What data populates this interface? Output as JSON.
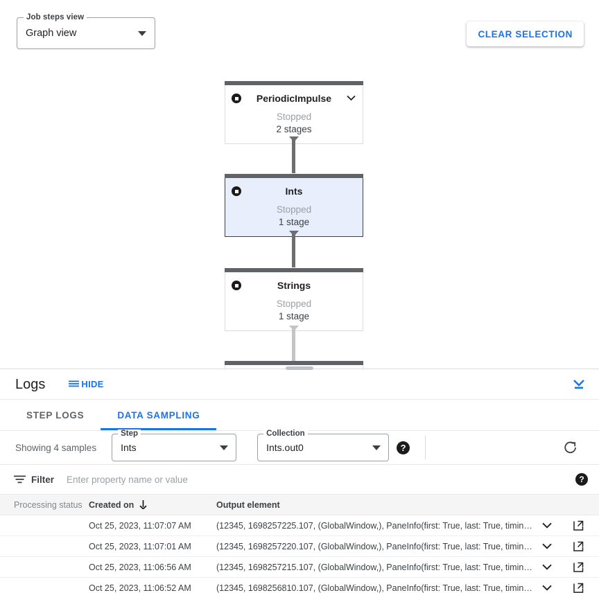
{
  "graph": {
    "view_select": {
      "legend": "Job steps view",
      "value": "Graph view"
    },
    "clear_selection_label": "CLEAR SELECTION",
    "nodes": [
      {
        "title": "PeriodicImpulse",
        "status": "Stopped",
        "stages": "2 stages",
        "selected": false,
        "has_chevron": true
      },
      {
        "title": "Ints",
        "status": "Stopped",
        "stages": "1 stage",
        "selected": true,
        "has_chevron": false
      },
      {
        "title": "Strings",
        "status": "Stopped",
        "stages": "1 stage",
        "selected": false,
        "has_chevron": false
      }
    ]
  },
  "logs": {
    "title": "Logs",
    "hide_label": "HIDE",
    "tabs": [
      {
        "label": "STEP LOGS",
        "active": false
      },
      {
        "label": "DATA SAMPLING",
        "active": true
      }
    ],
    "controls": {
      "showing": "Showing 4 samples",
      "step": {
        "legend": "Step",
        "value": "Ints"
      },
      "collection": {
        "legend": "Collection",
        "value": "Ints.out0"
      },
      "help_glyph": "?"
    },
    "filter": {
      "label": "Filter",
      "placeholder": "Enter property name or value",
      "value": "",
      "help_glyph": "?"
    },
    "table": {
      "headers": {
        "status": "Processing status",
        "created": "Created on",
        "output": "Output element"
      },
      "rows": [
        {
          "created": "Oct 25, 2023, 11:07:07 AM",
          "output": "(12345, 1698257225.107, (GlobalWindow,), PaneInfo(first: True, last: True, timing…"
        },
        {
          "created": "Oct 25, 2023, 11:07:01 AM",
          "output": "(12345, 1698257220.107, (GlobalWindow,), PaneInfo(first: True, last: True, timing…"
        },
        {
          "created": "Oct 25, 2023, 11:06:56 AM",
          "output": "(12345, 1698257215.107, (GlobalWindow,), PaneInfo(first: True, last: True, timing…"
        },
        {
          "created": "Oct 25, 2023, 11:06:52 AM",
          "output": "(12345, 1698256810.107, (GlobalWindow,), PaneInfo(first: True, last: True, timing…"
        }
      ]
    }
  },
  "colors": {
    "accent": "#1a73e8",
    "node_bar": "#5f6368",
    "node_selected_bg": "#e8eefb",
    "edge": "#6e6e6e"
  }
}
